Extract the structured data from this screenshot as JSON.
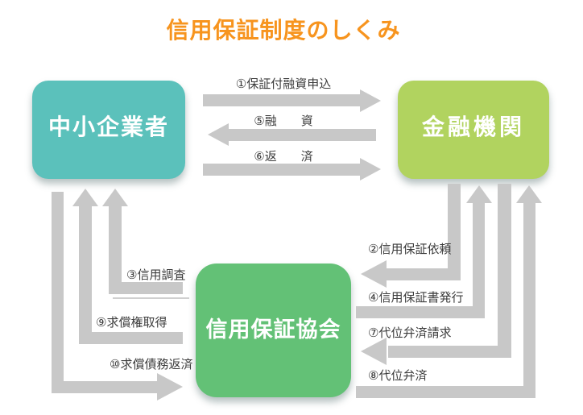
{
  "title": "信用保証制度のしくみ",
  "colors": {
    "title": "#F7941E",
    "sme_box": "#5BC1BB",
    "bank_box": "#B1D35F",
    "assoc_box": "#63C176",
    "arrow": "#C8C8C8",
    "label_text": "#3C3C3C",
    "box_text": "#FFFFFF"
  },
  "boxes": {
    "sme": {
      "label": "中小企業者"
    },
    "bank": {
      "label": "金融機関"
    },
    "assoc": {
      "label": "信用保証協会"
    }
  },
  "flows": {
    "f1": {
      "label": "①保証付融資申込",
      "from": "中小企業者",
      "to": "金融機関"
    },
    "f2": {
      "label": "②信用保証依頼",
      "from": "金融機関",
      "to": "信用保証協会"
    },
    "f3": {
      "label": "③信用調査",
      "from": "信用保証協会",
      "to": "中小企業者"
    },
    "f4": {
      "label": "④信用保証書発行",
      "from": "信用保証協会",
      "to": "金融機関"
    },
    "f5": {
      "label": "⑤融　　資",
      "from": "金融機関",
      "to": "中小企業者"
    },
    "f6": {
      "label": "⑥返　　済",
      "from": "中小企業者",
      "to": "金融機関"
    },
    "f7": {
      "label": "⑦代位弁済請求",
      "from": "金融機関",
      "to": "信用保証協会"
    },
    "f8": {
      "label": "⑧代位弁済",
      "from": "信用保証協会",
      "to": "金融機関"
    },
    "f9": {
      "label": "⑨求償権取得",
      "from": "信用保証協会",
      "to": "中小企業者"
    },
    "f10": {
      "label": "⑩求償債務返済",
      "from": "中小企業者",
      "to": "信用保証協会"
    }
  }
}
